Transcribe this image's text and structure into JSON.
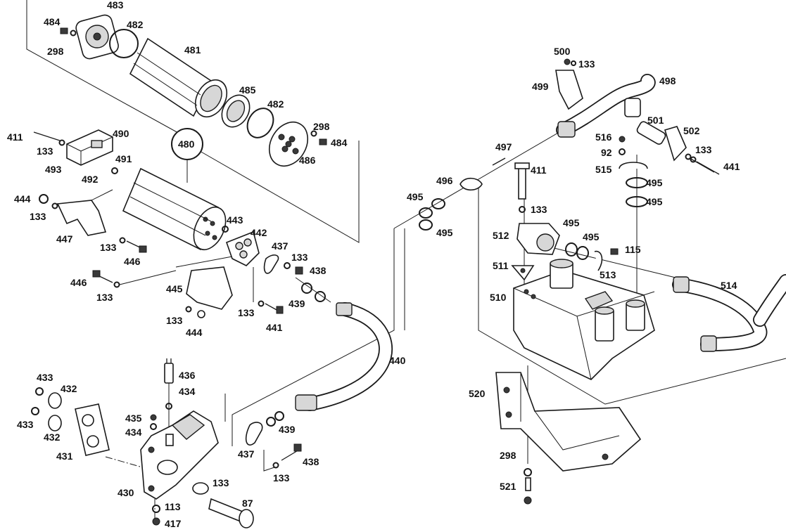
{
  "diagram": {
    "group_callout": "480",
    "callouts": [
      "483",
      "484",
      "482",
      "298",
      "481",
      "485",
      "482",
      "298",
      "484",
      "486",
      "411",
      "490",
      "133",
      "491",
      "493",
      "492",
      "444",
      "133",
      "447",
      "133",
      "446",
      "446",
      "133",
      "443",
      "442",
      "437",
      "133",
      "438",
      "439",
      "445",
      "133",
      "441",
      "133",
      "444",
      "440",
      "433",
      "432",
      "433",
      "432",
      "431",
      "436",
      "434",
      "435",
      "434",
      "430",
      "113",
      "417",
      "133",
      "87",
      "439",
      "437",
      "438",
      "133",
      "500",
      "133",
      "499",
      "498",
      "501",
      "502",
      "516",
      "92",
      "133",
      "441",
      "515",
      "495",
      "495",
      "497",
      "496",
      "495",
      "495",
      "411",
      "133",
      "512",
      "495",
      "495",
      "115",
      "511",
      "513",
      "514",
      "510",
      "520",
      "298",
      "521"
    ]
  }
}
